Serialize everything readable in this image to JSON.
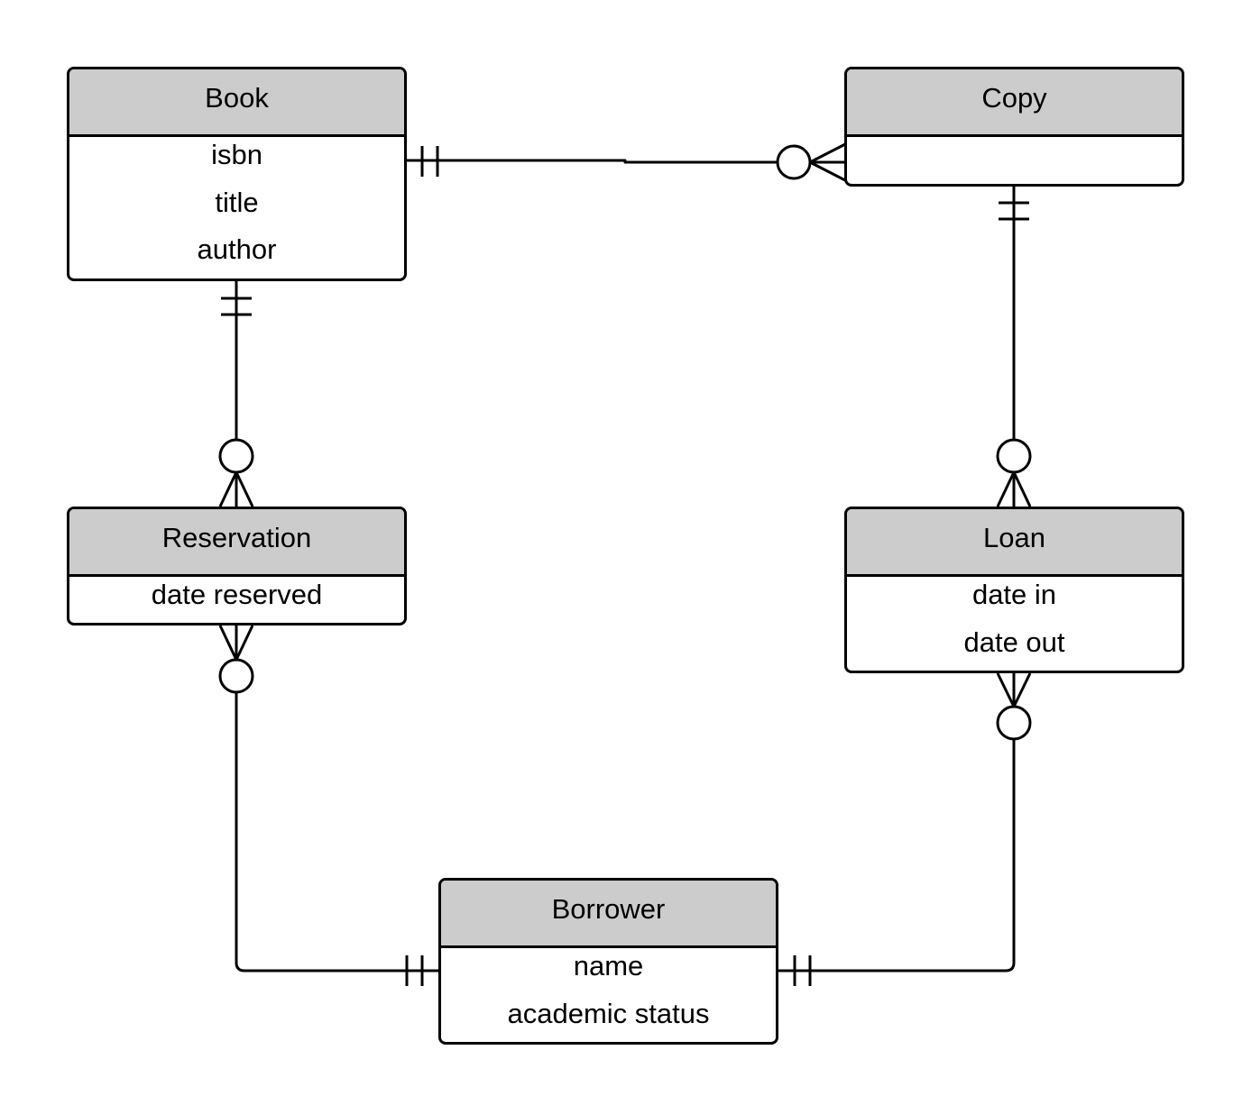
{
  "entities": {
    "book": {
      "name": "Book",
      "attributes": [
        "isbn",
        "title",
        "author"
      ]
    },
    "copy": {
      "name": "Copy",
      "attributes": []
    },
    "reservation": {
      "name": "Reservation",
      "attributes": [
        "date reserved"
      ]
    },
    "loan": {
      "name": "Loan",
      "attributes": [
        "date in",
        "date out"
      ]
    },
    "borrower": {
      "name": "Borrower",
      "attributes": [
        "name",
        "academic status"
      ]
    }
  },
  "relationships": [
    {
      "from": "Book",
      "from_cardinality": "exactly-one",
      "to": "Copy",
      "to_cardinality": "zero-or-many"
    },
    {
      "from": "Book",
      "from_cardinality": "exactly-one",
      "to": "Reservation",
      "to_cardinality": "zero-or-many"
    },
    {
      "from": "Copy",
      "from_cardinality": "exactly-one",
      "to": "Loan",
      "to_cardinality": "zero-or-many"
    },
    {
      "from": "Borrower",
      "from_cardinality": "exactly-one",
      "to": "Reservation",
      "to_cardinality": "zero-or-many"
    },
    {
      "from": "Borrower",
      "from_cardinality": "exactly-one",
      "to": "Loan",
      "to_cardinality": "zero-or-many"
    }
  ],
  "colors": {
    "line": "#000000",
    "header_fill": "#cccccc",
    "body_fill": "#ffffff"
  }
}
